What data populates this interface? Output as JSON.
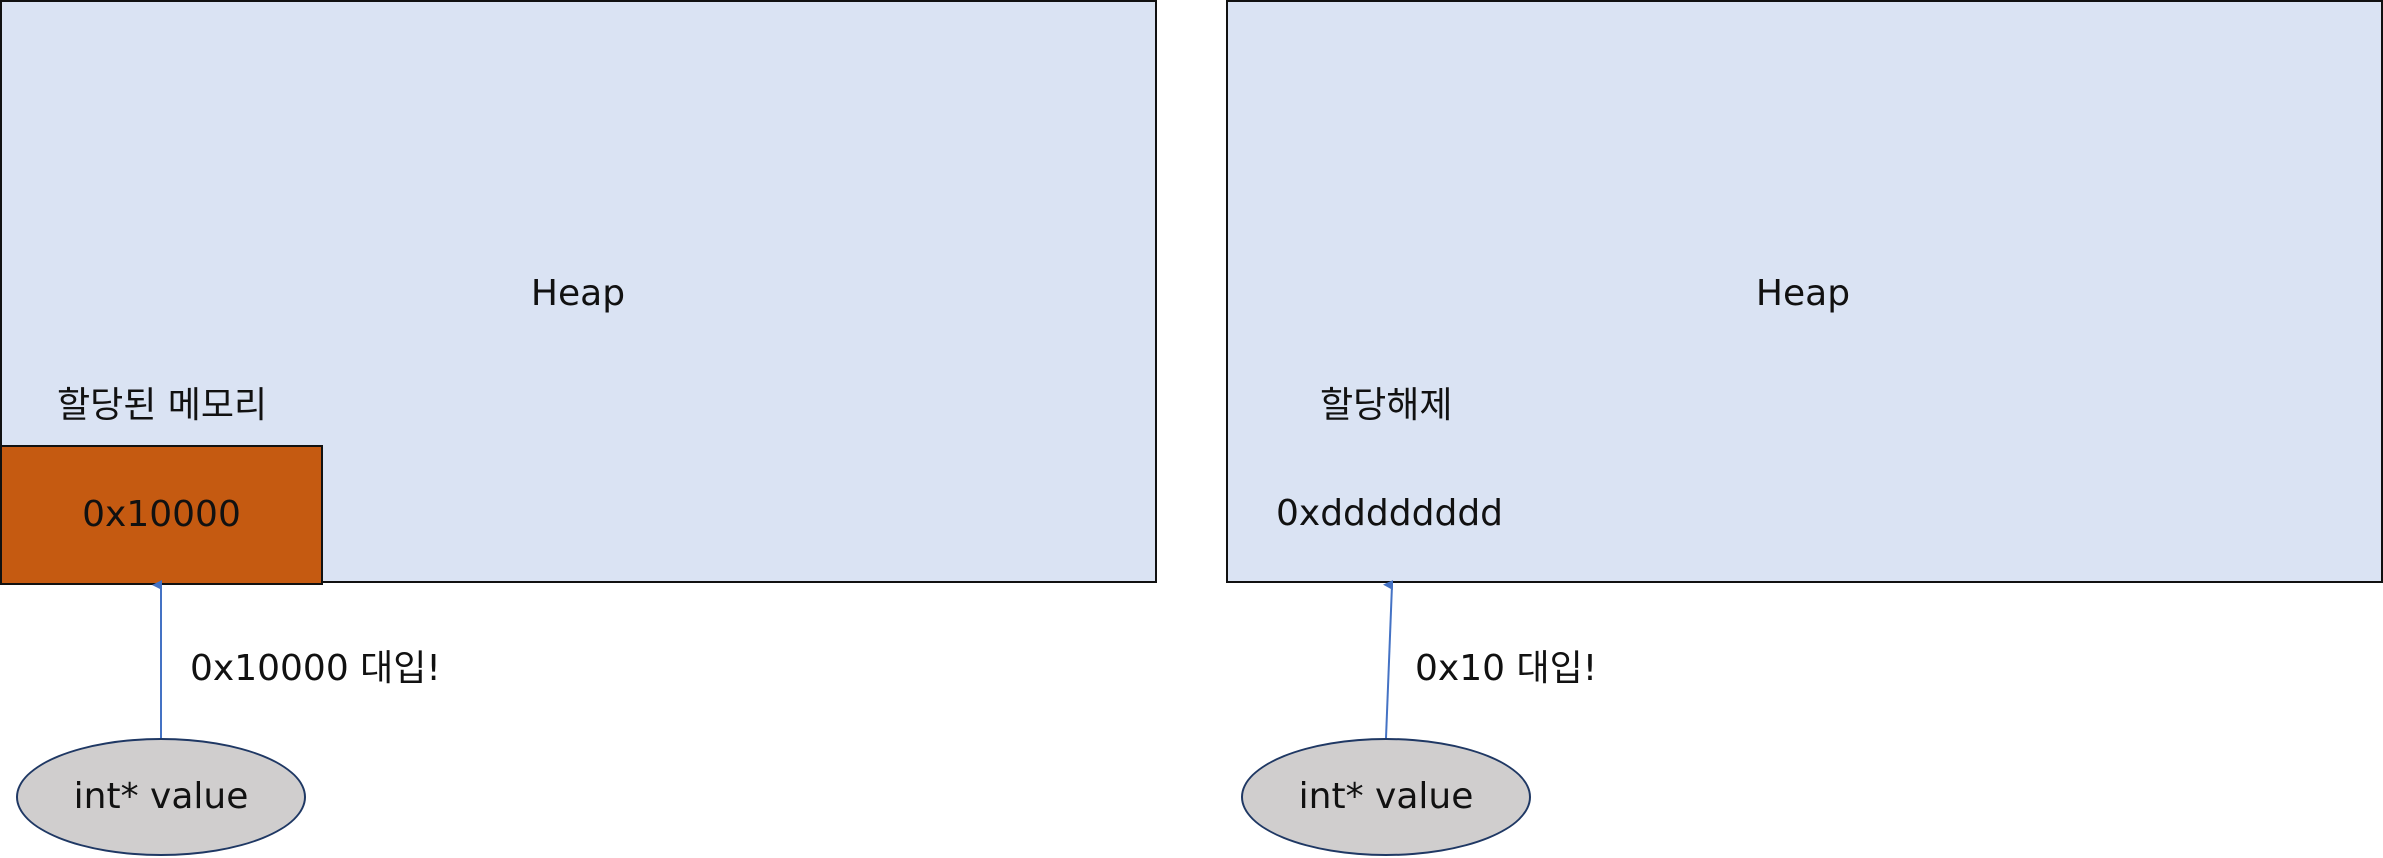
{
  "left_panel": {
    "heap_label": "Heap",
    "block_caption": "할당된 메모리",
    "block_value": "0x10000",
    "arrow_label": "0x10000 대입!",
    "pointer_label": "int* value"
  },
  "right_panel": {
    "heap_label": "Heap",
    "freed_caption": "할당해제",
    "freed_value": "0xdddddddd",
    "arrow_label": "0x10 대입!",
    "pointer_label": "int* value"
  },
  "colors": {
    "heap_fill": "#dae3f3",
    "allocated_block_fill": "#c55a11",
    "pointer_fill": "#d0cece",
    "arrow": "#4472c4"
  }
}
